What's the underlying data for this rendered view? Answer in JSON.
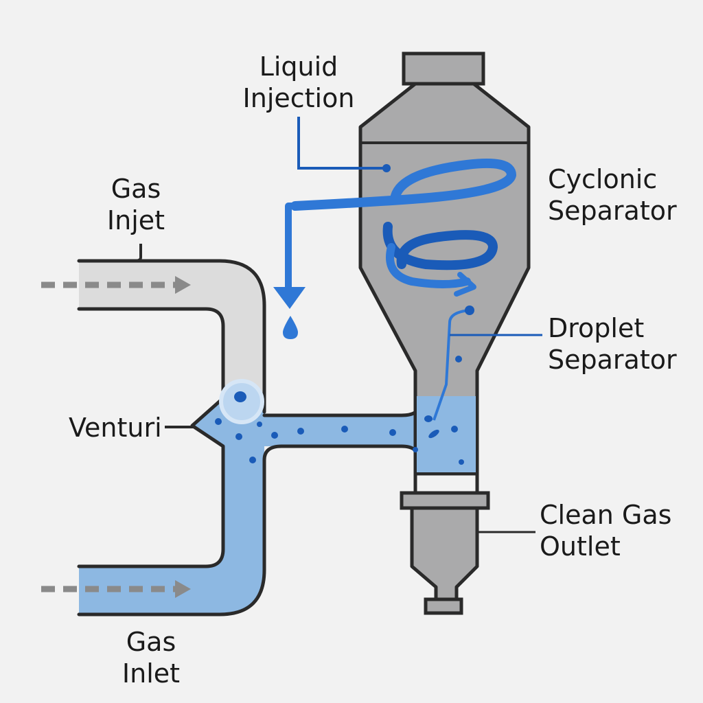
{
  "labels": {
    "liquid_injection": [
      "Liquid",
      "Injection"
    ],
    "gas_injet": [
      "Gas",
      "Injet"
    ],
    "cyclonic_separator": [
      "Cyclonic",
      "Separator"
    ],
    "droplet_separator": [
      "Droplet",
      "Separator"
    ],
    "venturi": "Venturi",
    "clean_gas_outlet": [
      "Clean Gas",
      "Outlet"
    ],
    "gas_inlet": [
      "Gas",
      "Inlet"
    ]
  },
  "colors": {
    "background": "#f2f2f2",
    "vessel_gray": "#aaaaab",
    "pipe_light_gray": "#dcdcdc",
    "liquid_blue": "#8db8e2",
    "accent_blue": "#2f78d6",
    "dark_blue": "#1a5bb8",
    "outline": "#2a2a2a",
    "arrow_gray": "#8a8a8a"
  },
  "icons": [
    "flow-arrow-icon",
    "droplet-icon",
    "spiral-icon",
    "gas-bubble-icon"
  ]
}
